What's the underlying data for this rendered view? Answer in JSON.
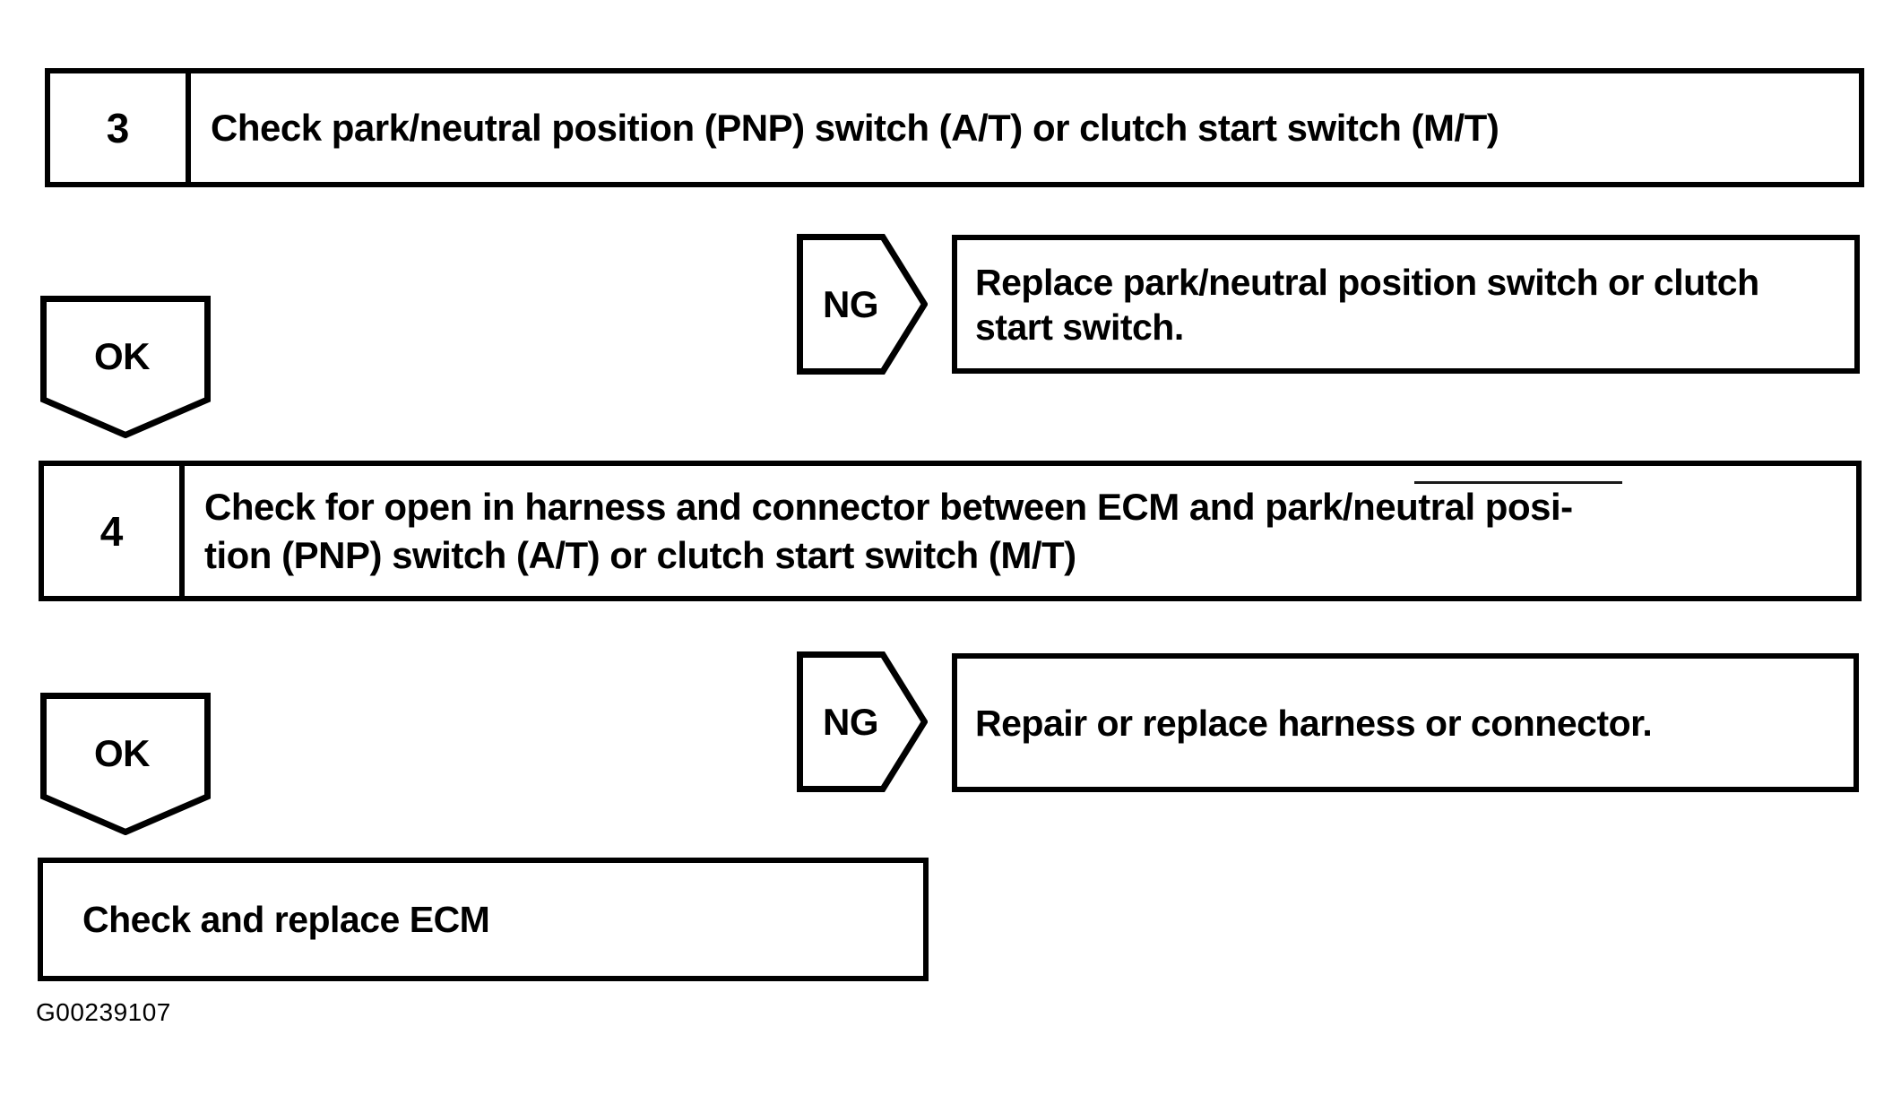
{
  "page": {
    "paper_color": "#ffffff",
    "ink_color": "#000000",
    "kind": "diagnostic-flowchart-scan"
  },
  "flow": {
    "step3": {
      "number": "3",
      "lines": [
        "Check park/neutral position (PNP) switch (A/T) or clutch start switch (M/T)"
      ]
    },
    "ng1": {
      "label": "NG"
    },
    "result1": {
      "lines": [
        "Replace park/neutral position switch or clutch",
        "start switch."
      ]
    },
    "ok1": {
      "label": "OK"
    },
    "step4": {
      "number": "4",
      "lines": [
        "Check for open in harness and connector between ECM and park/neutral posi-",
        "tion (PNP) switch (A/T) or clutch start switch (M/T)"
      ]
    },
    "ng2": {
      "label": "NG"
    },
    "result2": {
      "lines": [
        "Repair or replace harness or connector."
      ]
    },
    "ok2": {
      "label": "OK"
    },
    "final": {
      "lines": [
        "Check and replace ECM"
      ]
    }
  },
  "figure_id": "G00239107"
}
